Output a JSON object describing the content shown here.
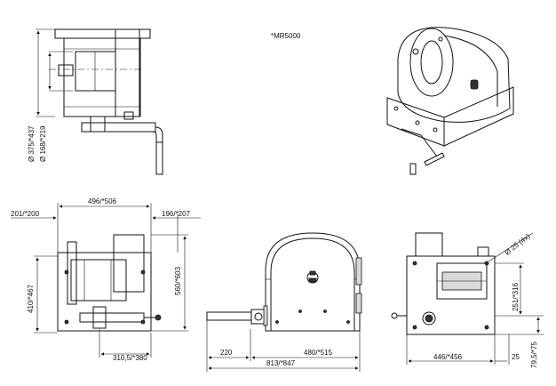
{
  "model_note": "*MR5000",
  "dimensions": {
    "side_dia_outer": "Ø 375/*437",
    "side_dia_inner": "Ø 168/*219",
    "front_left": "201/*200",
    "front_width": "496/*506",
    "front_right": "196/*207",
    "front_height_left": "410/*467",
    "front_height_right": "560/*603",
    "front_bottom": "310,5/*380",
    "drum_handle": "220",
    "drum_body": "480/*515",
    "drum_total": "813/*847",
    "rear_dia": "Ø 25 (4x)",
    "rear_height": "251/*316",
    "rear_width": "446/*456",
    "rear_edge": "25",
    "rear_foot": "79,5/*75"
  }
}
